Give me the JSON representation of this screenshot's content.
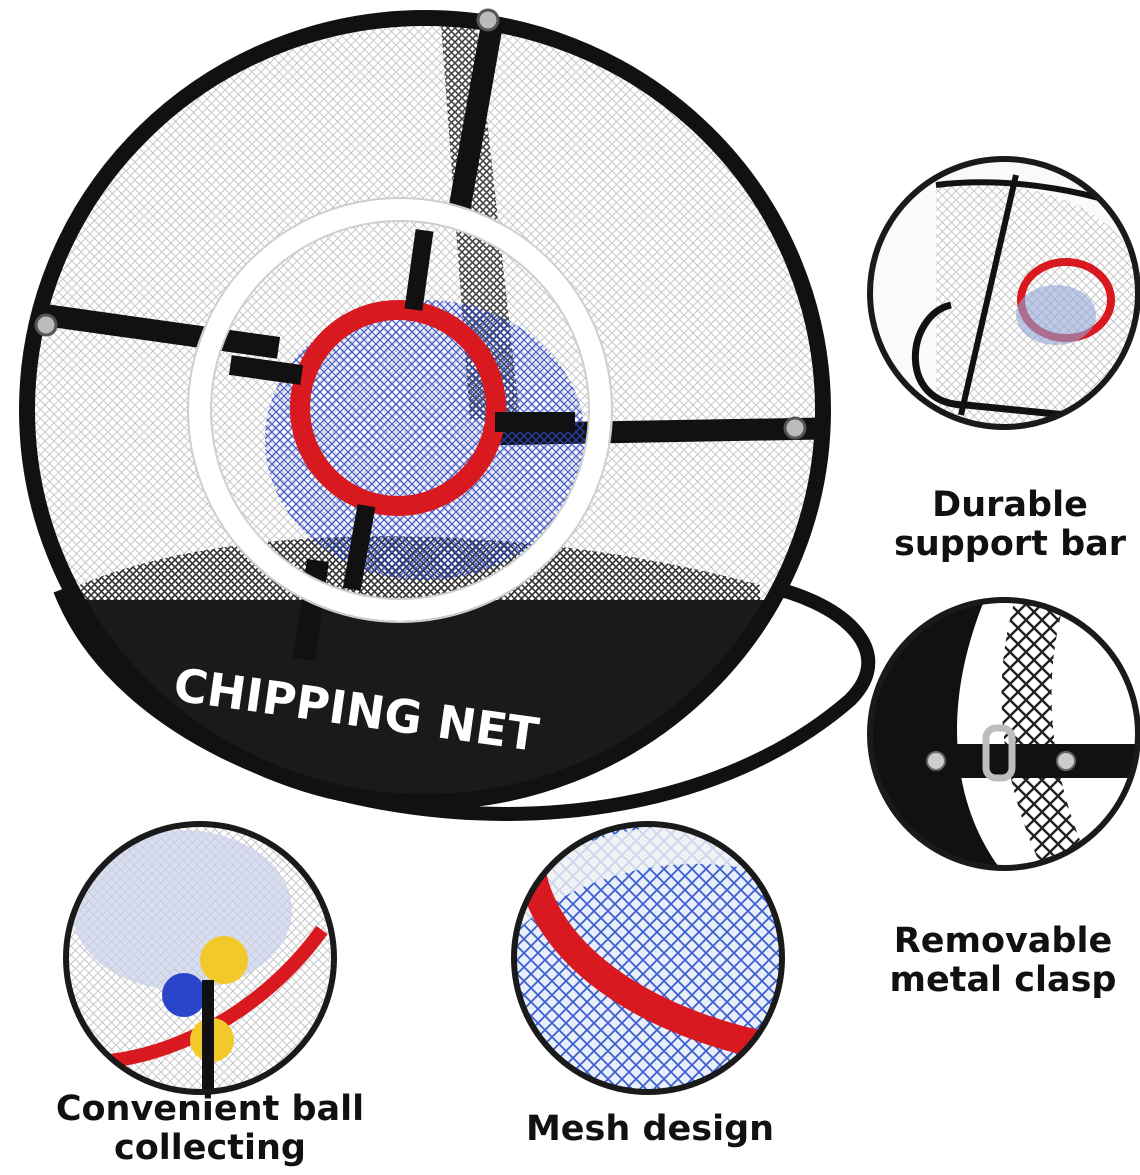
{
  "product": {
    "banner_label": "CHIPPING NET"
  },
  "features": [
    {
      "line1": "Durable",
      "line2": "support bar"
    },
    {
      "line1": "Removable",
      "line2": "metal clasp"
    },
    {
      "line1": "Convenient ball",
      "line2": "collecting"
    },
    {
      "line1": "Mesh design",
      "line2": ""
    }
  ],
  "colors": {
    "frame": "#111111",
    "inner_ring": "#ffffff",
    "target_ring": "#d8191f",
    "catch_net": "#2a45c9",
    "ball": "#f2c92a"
  }
}
